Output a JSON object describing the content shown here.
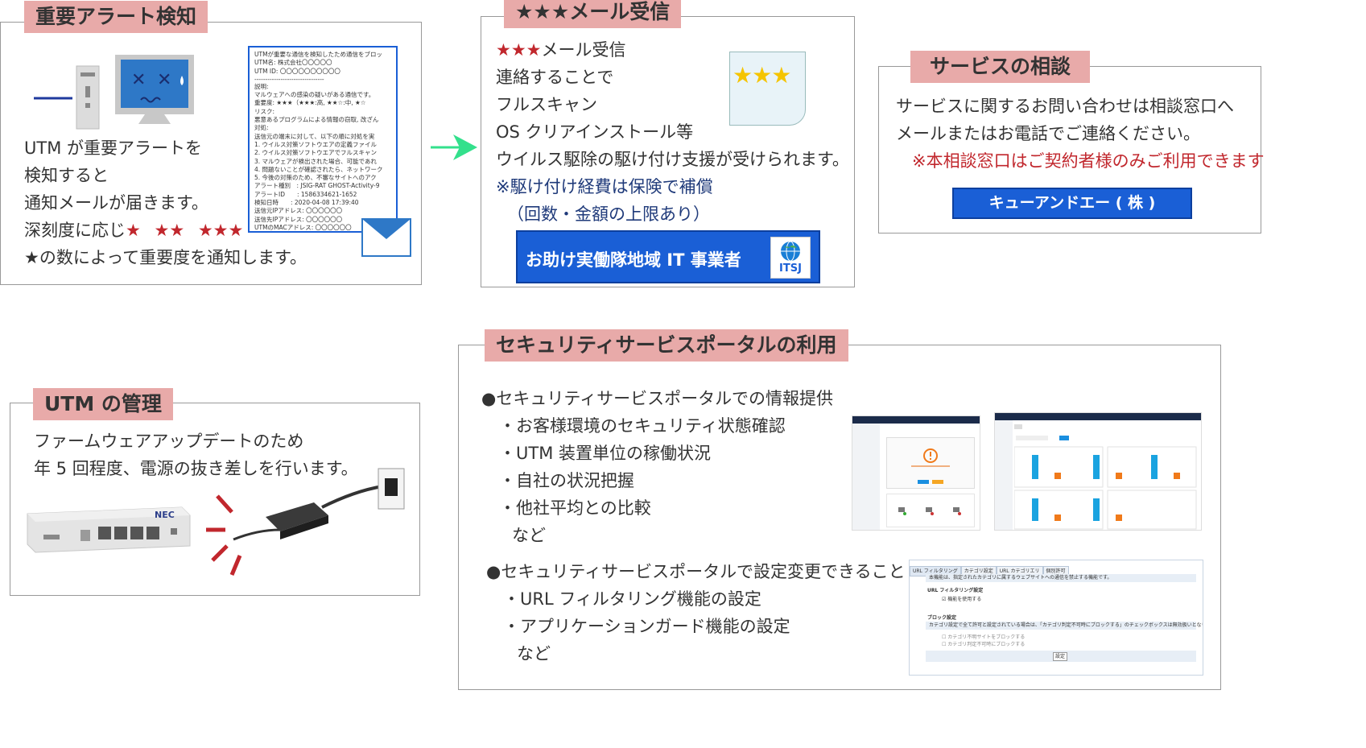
{
  "alert": {
    "title": "重要アラート検知",
    "lines": [
      "UTM が重要アラートを",
      "検知すると",
      "通知メールが届きます。"
    ],
    "severity_prefix": "深刻度に応じ",
    "severity_stars": [
      "★",
      "★★",
      "★★★"
    ],
    "last_line": "★の数によって重要度を通知します。",
    "email": {
      "lines": [
        "UTMが重要な通信を検知したため通信をブロッ",
        "UTM名: 株式会社〇〇〇〇〇",
        "UTM ID: 〇〇〇〇〇〇〇〇〇〇",
        "--------------------------------",
        "説明:",
        " マルウェアへの感染の疑いがある通信です。",
        "重要度: ★★★（★★★:高, ★★☆:中, ★☆",
        "リスク:",
        " 悪意あるプログラムによる情報の窃取, 改ざん",
        "対処:",
        " 送信元の端末に対して、以下の順に対処を実",
        "1. ウイルス対策ソフトウエアの定義ファイル",
        "2. ウイルス対策ソフトウエアでフルスキャン",
        "3. マルウェアが検出された場合、可能であれ",
        "4. 問題ないことが確認されたら、ネットワーク",
        "5. 今後の対策のため、不審なサイトへのアク",
        "アラート種別　: JSIG-RAT GHOST-Activity-9",
        "アラートID　　: 1586334621-1652",
        "検知日時　　: 2020-04-08 17:39:40",
        "送信元IPアドレス: 〇〇〇〇〇〇",
        "送信先IPアドレス: 〇〇〇〇〇〇",
        "UTMのMACアドレス: 〇〇〇〇〇〇"
      ]
    }
  },
  "mail": {
    "title": "★★★メール受信",
    "first_stars": "★★★",
    "first_text": "メール受信",
    "lines": [
      "連絡することで",
      "フルスキャン",
      "OS クリアインストール等",
      "ウイルス駆除の駆け付け支援が受けられます。"
    ],
    "note1": "※駆け付け経費は保険で補償",
    "note2": "（回数・金額の上限あり）",
    "card_stars": "★★★",
    "button": "お助け実働隊地域 IT 事業者",
    "logo": "ITSJ"
  },
  "consult": {
    "title": "サービスの相談",
    "line1": "サービスに関するお問い合わせは相談窓口へ",
    "line2": "メールまたはお電話でご連絡ください。",
    "note": "※本相談窓口はご契約者様のみご利用できます",
    "button": "キューアンドエー ( 株 )"
  },
  "utm": {
    "title": "UTM の管理",
    "line1": "ファームウェアアップデートのため",
    "line2": "年 5 回程度、電源の抜き差しを行います。",
    "brand": "NEC"
  },
  "portal": {
    "title": "セキュリティサービスポータルの利用",
    "section1": "●セキュリティサービスポータルでの情報提供",
    "items1": [
      "・お客様環境のセキュリティ状態確認",
      "・UTM 装置単位の稼働状況",
      "・自社の状況把握",
      "・他社平均との比較"
    ],
    "etc": "など",
    "section2": "●セキュリティサービスポータルで設定変更できること",
    "items2": [
      "・URL フィルタリング機能の設定",
      "・アプリケーションガード機能の設定"
    ],
    "shot3": {
      "tabs": [
        "URL フィルタリング",
        "カテゴリ設定",
        "URL カテゴリエリ",
        "個別許可"
      ],
      "info": "本機能は、指定されたカテゴリに属するウェブサイトへの通信を禁止する機能です。",
      "sec1": "URL フィルタリング設定",
      "check1": "機能を使用する",
      "sec2": "ブロック設定",
      "info2": "カテゴリ設定で全て許可と設定されている場合は、「カテゴリ判定不可時にブロックする」のチェックボックスは無効扱いとなります。",
      "check2": "カテゴリ不明サイトをブロックする",
      "check3": "カテゴリ判定不可時にブロックする",
      "btn": "設定"
    }
  },
  "colors": {
    "title_bg": "#e8aaa9",
    "button_blue": "#1a5fd6",
    "star_red": "#c1272d",
    "arrow_green": "#33e08c",
    "gold_star": "#f5c400",
    "bar_blue": "#1aa3e0",
    "bar_orange": "#f07a1a"
  }
}
